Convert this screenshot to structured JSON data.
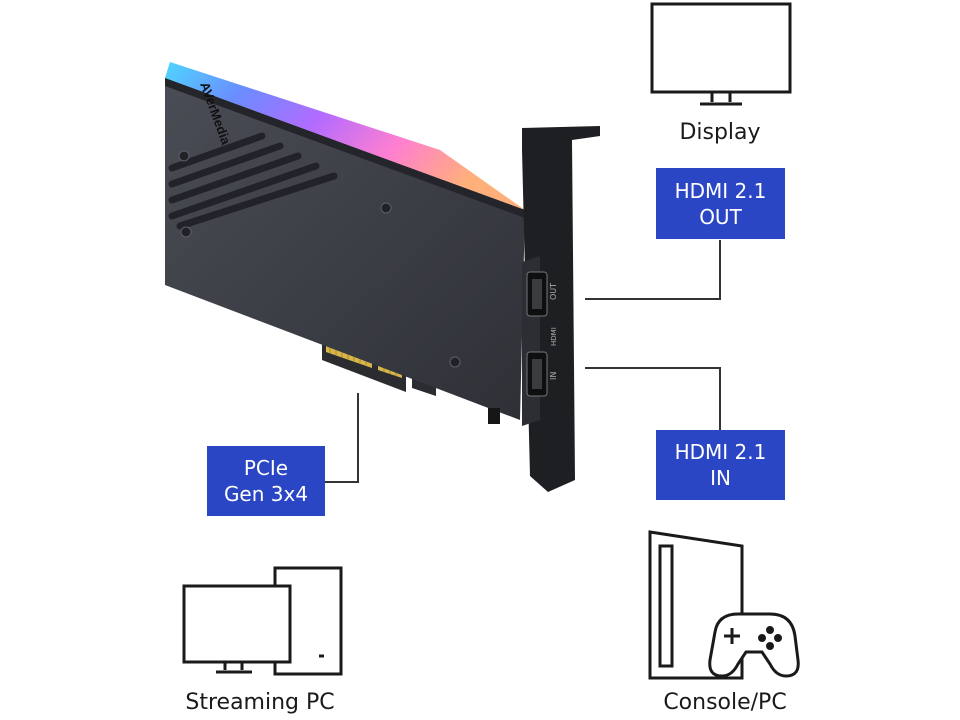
{
  "brand": {
    "text": "AVerMedia"
  },
  "card": {
    "port_out_label": "OUT",
    "port_in_label": "IN",
    "port_middle_label": "HDMI"
  },
  "labels": {
    "hdmi_out": {
      "line1": "HDMI 2.1",
      "line2": "OUT"
    },
    "hdmi_in": {
      "line1": "HDMI 2.1",
      "line2": "IN"
    },
    "pcie": {
      "line1": "PCIe",
      "line2": "Gen 3x4"
    }
  },
  "devices": {
    "display": {
      "caption": "Display",
      "icon": "monitor-icon"
    },
    "streaming_pc": {
      "caption": "Streaming PC",
      "icon": "desktop-pc-icon"
    },
    "console_pc": {
      "caption": "Console/PC",
      "icon": "console-gamepad-icon"
    }
  },
  "colors": {
    "label_bg": "#2a46c4",
    "label_text": "#ffffff",
    "line": "#333333",
    "card_body": "#3b3e45",
    "bracket": "#1d1f22",
    "gold": "#d8b64a"
  }
}
